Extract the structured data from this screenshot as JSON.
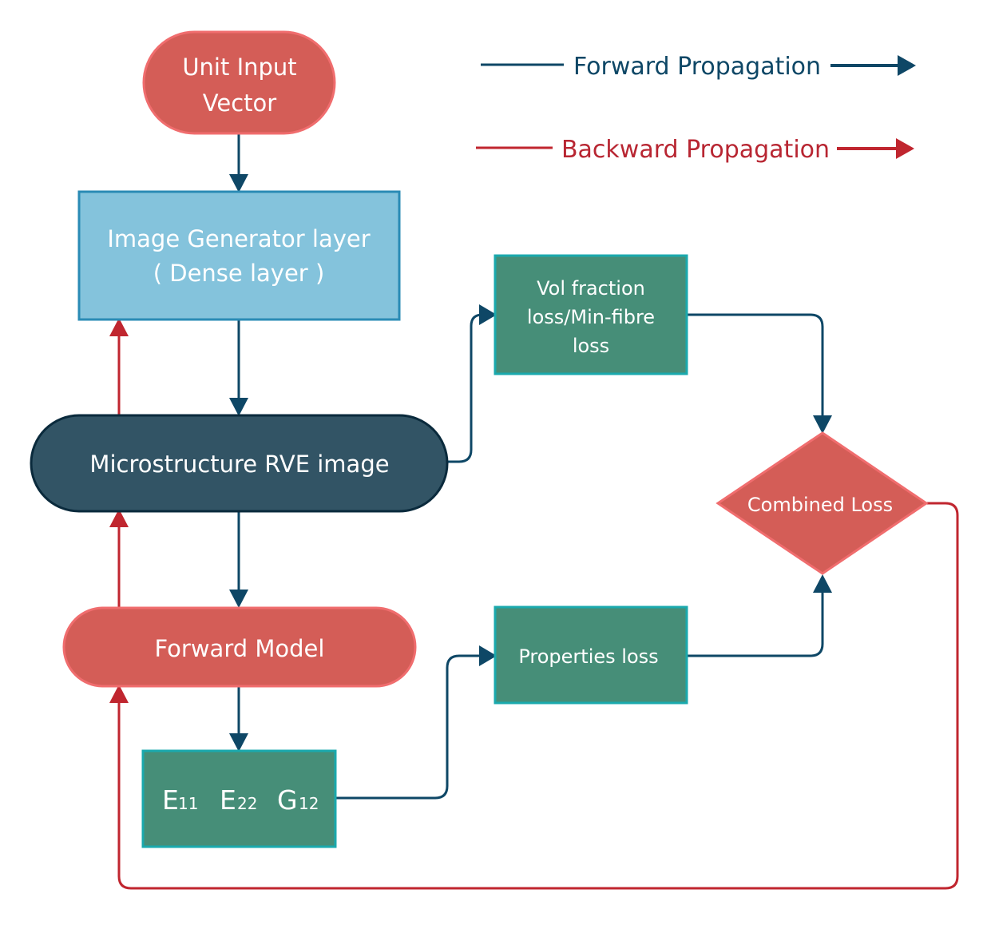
{
  "colors": {
    "forward": "#0e4766",
    "backward": "#c0262f",
    "terminal_fill": "#d45d57",
    "terminal_stroke": "#f06d6e",
    "generator_fill": "#84c3dc",
    "generator_stroke": "#2a8bb5",
    "rve_fill": "#325465",
    "rve_stroke": "#0a2a3c",
    "loss_fill": "#468e78",
    "loss_stroke": "#1aa9ad",
    "text": "#ffffff"
  },
  "legend": {
    "forward": "Forward Propagation",
    "backward": "Backward Propagation"
  },
  "nodes": {
    "unit_input": [
      "Unit Input",
      "Vector"
    ],
    "generator": [
      "Image Generator layer",
      "( Dense layer )"
    ],
    "rve": "Microstructure RVE image",
    "forward_model": "Forward Model",
    "outputs": [
      {
        "main": "E",
        "sub": "11"
      },
      {
        "main": "E",
        "sub": "22"
      },
      {
        "main": "G",
        "sub": "12"
      }
    ],
    "vol_loss": [
      "Vol fraction",
      "loss/Min-fibre",
      "loss"
    ],
    "properties_loss": "Properties loss",
    "combined_loss": "Combined Loss"
  }
}
